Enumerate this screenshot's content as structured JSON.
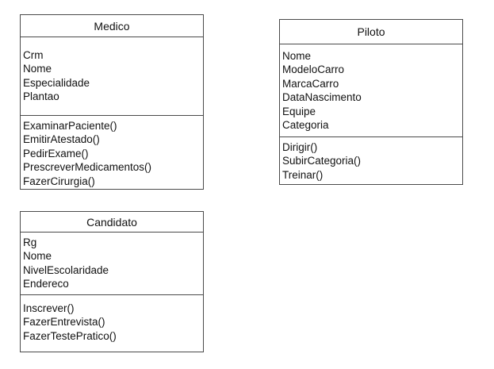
{
  "classes": {
    "medico": {
      "name": "Medico",
      "attributes": [
        "Crm",
        "Nome",
        "Especialidade",
        "Plantao"
      ],
      "methods": [
        "ExaminarPaciente()",
        "EmitirAtestado()",
        "PedirExame()",
        "PrescreverMedicamentos()",
        "FazerCirurgia()"
      ]
    },
    "piloto": {
      "name": "Piloto",
      "attributes": [
        "Nome",
        "ModeloCarro",
        "MarcaCarro",
        "DataNascimento",
        "Equipe",
        "Categoria"
      ],
      "methods": [
        "Dirigir()",
        "SubirCategoria()",
        "Treinar()"
      ]
    },
    "candidato": {
      "name": "Candidato",
      "attributes": [
        "Rg",
        "Nome",
        "NivelEscolaridade",
        "Endereco"
      ],
      "methods": [
        "Inscrever()",
        "FazerEntrevista()",
        "FazerTestePratico()"
      ]
    }
  }
}
